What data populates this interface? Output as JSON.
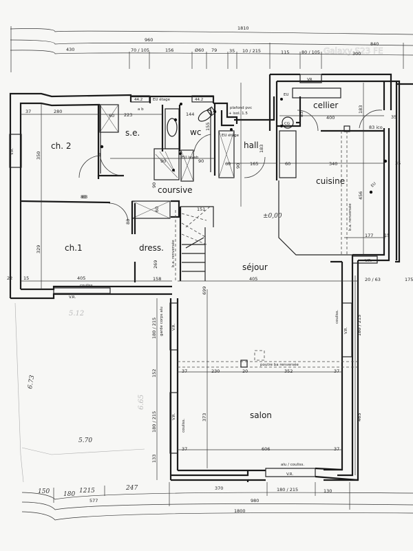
{
  "watermark": "Galaxy S23 FE",
  "level_marker": "±0,00",
  "rooms": {
    "ch2": "ch. 2",
    "se": "s.e.",
    "wc": "wc",
    "hall": "hall",
    "cellier": "cellier",
    "cuisine": "cuisine",
    "coursive": "coursive",
    "ch1": "ch.1",
    "dress": "dress.",
    "sejour": "séjour",
    "salon": "salon"
  },
  "top_dimensions": {
    "overall": "1810",
    "left_total": "960",
    "right_total": "840",
    "segments": [
      "430",
      "70 / 105",
      "156",
      "Ø60",
      "79",
      "35",
      "10 / 215",
      "115",
      "80 / 105",
      "300"
    ]
  },
  "bottom_dimensions": {
    "overall": "1800",
    "total_mid": "980",
    "left_total": "577",
    "segments": [
      "150",
      "180",
      "1215",
      "247",
      "370",
      "180 / 215",
      "130"
    ]
  },
  "left_dimensions": {
    "ch2_height": "350",
    "ch1_height": "329",
    "ch2_width": "280",
    "ch1_width": "405",
    "offset_top": "37",
    "offset_left": "37",
    "ch1_bottom_left": "22",
    "ch1_bottom_15": "15"
  },
  "annotations": {
    "se_width": "223",
    "se_ab": "a b",
    "shower_60": "60",
    "shower_90": "90",
    "se_door": "83",
    "wc_width": "144",
    "wc_height": "155",
    "wc_door": "90",
    "wall_442a": "44.2",
    "wall_442b": "44.2",
    "eu_etage": "EU étage",
    "eu_lavab": "EU lavab",
    "eu_wc": "EU étage",
    "plafond": "plafond pvc",
    "isol": "+ isol. 1.5",
    "hall_width": "165",
    "hall_height": "183",
    "hall_door": "90",
    "cellier_width": "400",
    "cellier_height": "183",
    "cellier_door": "83",
    "cuisine_width": "340",
    "cuisine_height": "456",
    "cuisine_177": "177",
    "cuisine_15": "15",
    "cuisine_35a": "35",
    "cuisine_35b": "35",
    "door_83_ico": "83 ico",
    "eu_cuisine": "EU",
    "eu_cellier": "EU",
    "cg": "CG",
    "vr_top": "VR",
    "coursive_90": "90",
    "coursive_83": "83",
    "dress_60": "60",
    "dress_269": "269",
    "dress_158": "158",
    "stair_151": "151",
    "ba_renversee": "b.a. renversée",
    "poutre": "poutre ba renversée",
    "couliss": "couliss.",
    "vr": "V.R.",
    "sejour_699": "699",
    "sejour_405": "405",
    "vr_20_63": "20 / 63",
    "salon_230": "230",
    "salon_20": "20",
    "salon_352": "352",
    "salon_37a": "37",
    "salon_37b": "37",
    "salon_373": "373",
    "salon_606": "606",
    "salon_465": "465",
    "salon_180_215_right": "180 / 215",
    "left_180_215_a": "180 / 215",
    "left_152": "152",
    "left_180_215_b": "180 / 215",
    "left_133": "133",
    "garde_corps": "garde corps alu",
    "alu_couliss": "alu / couliss.",
    "vr_bottom": "V.R.",
    "hand_512": "5.12",
    "hand_665": "6.65",
    "hand_570": "5.70",
    "hand_673": "6.73",
    "dim_175": "175"
  }
}
